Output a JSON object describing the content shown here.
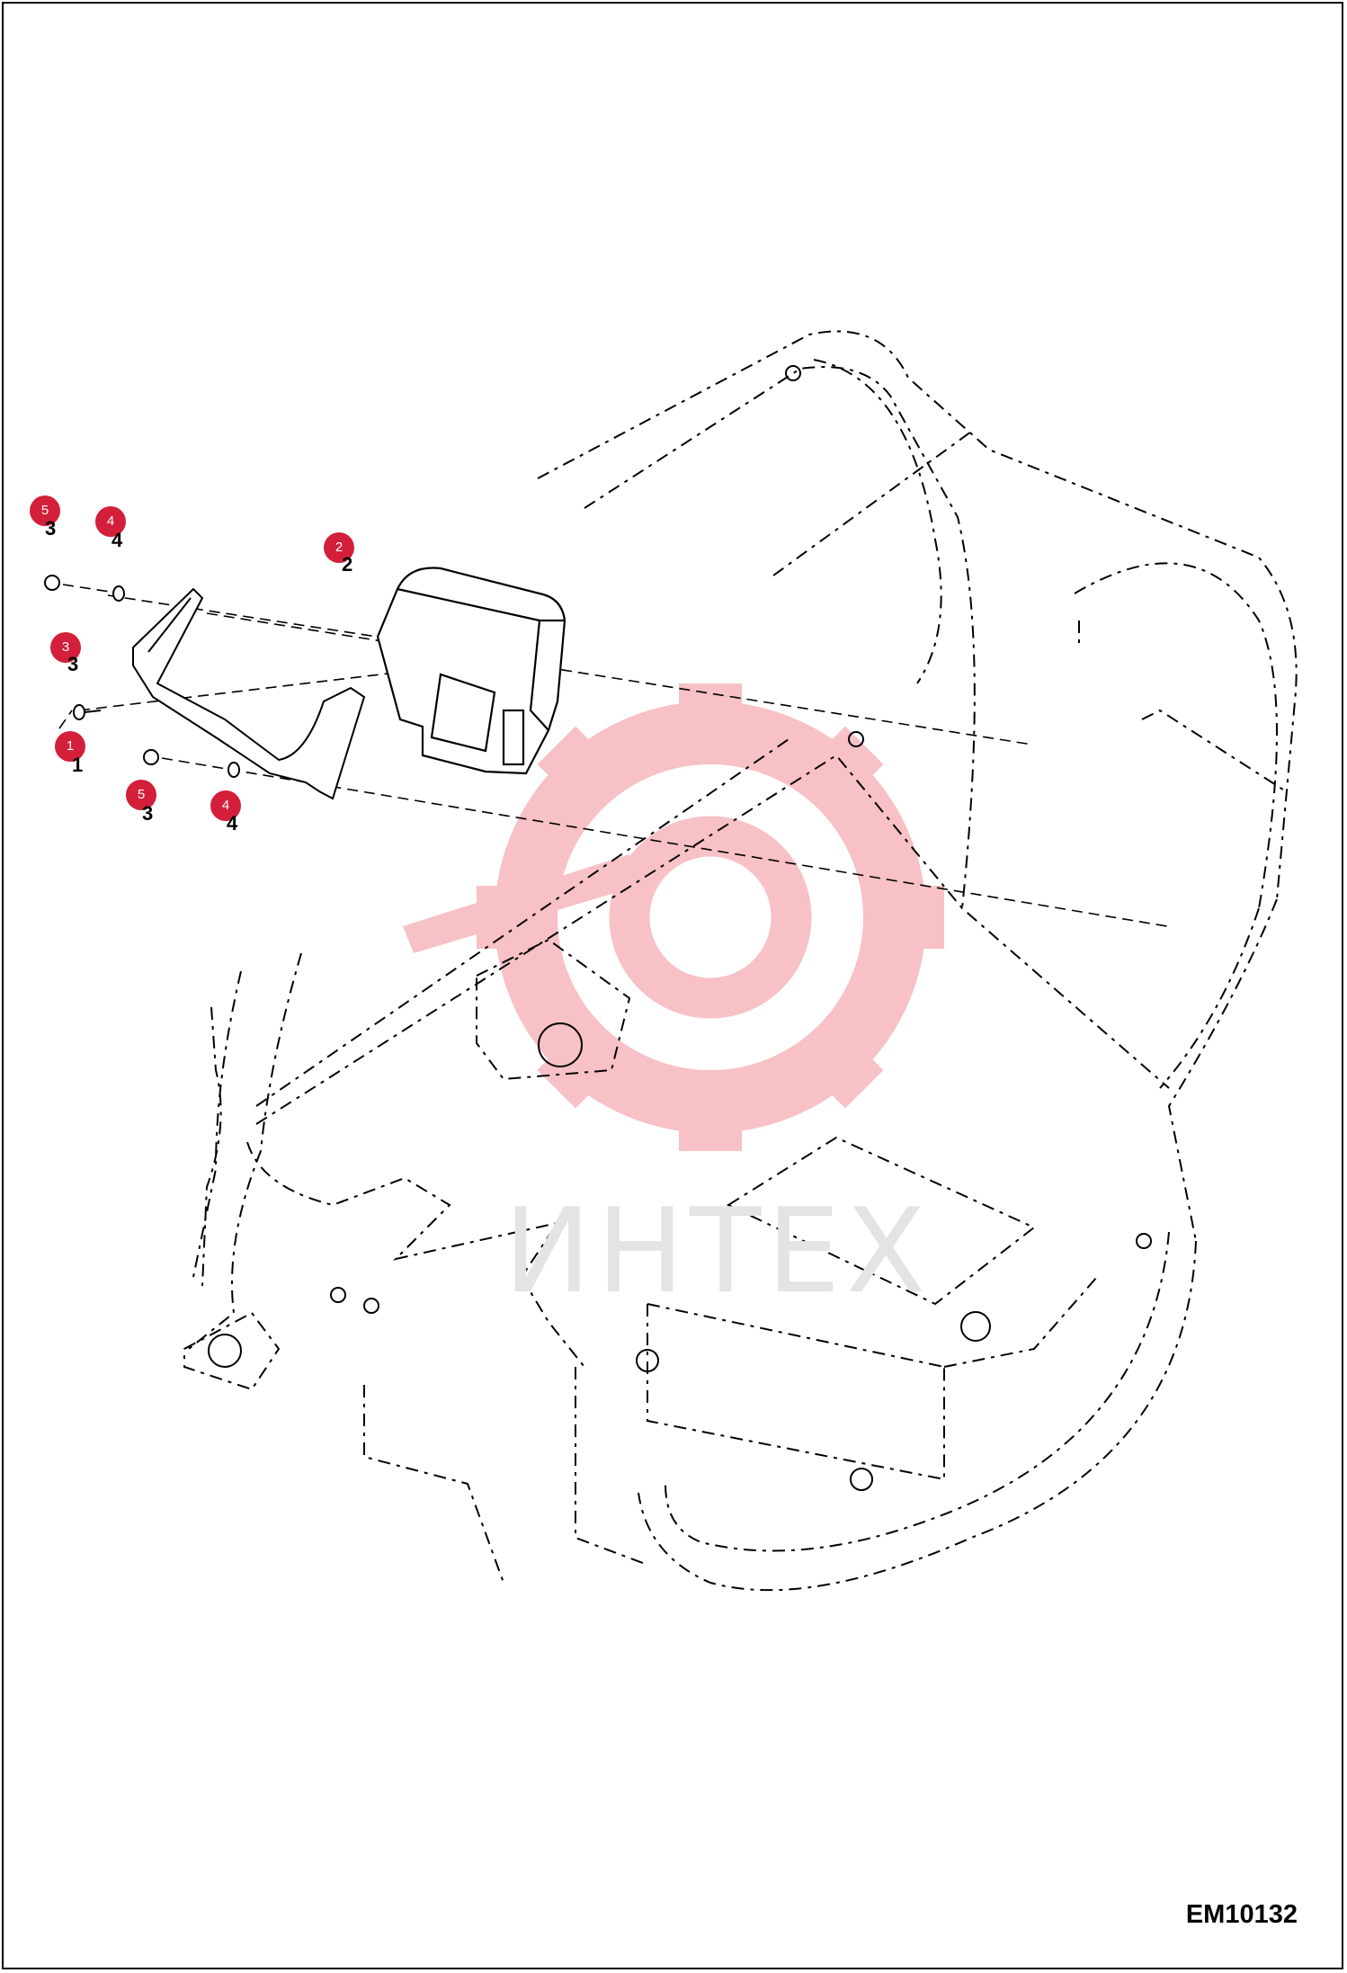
{
  "drawing_code": "EM10132",
  "watermark": {
    "text": "ИНТЕХ",
    "color": "#f6b7bd"
  },
  "callout_color": "#d31f3a",
  "callouts": [
    {
      "label": "5",
      "part": "3"
    },
    {
      "label": "4",
      "part": "4"
    },
    {
      "label": "2",
      "part": "2"
    },
    {
      "label": "3",
      "part": "3"
    },
    {
      "label": "1",
      "part": "1"
    },
    {
      "label": "5",
      "part": "3"
    },
    {
      "label": "4",
      "part": "4"
    }
  ]
}
